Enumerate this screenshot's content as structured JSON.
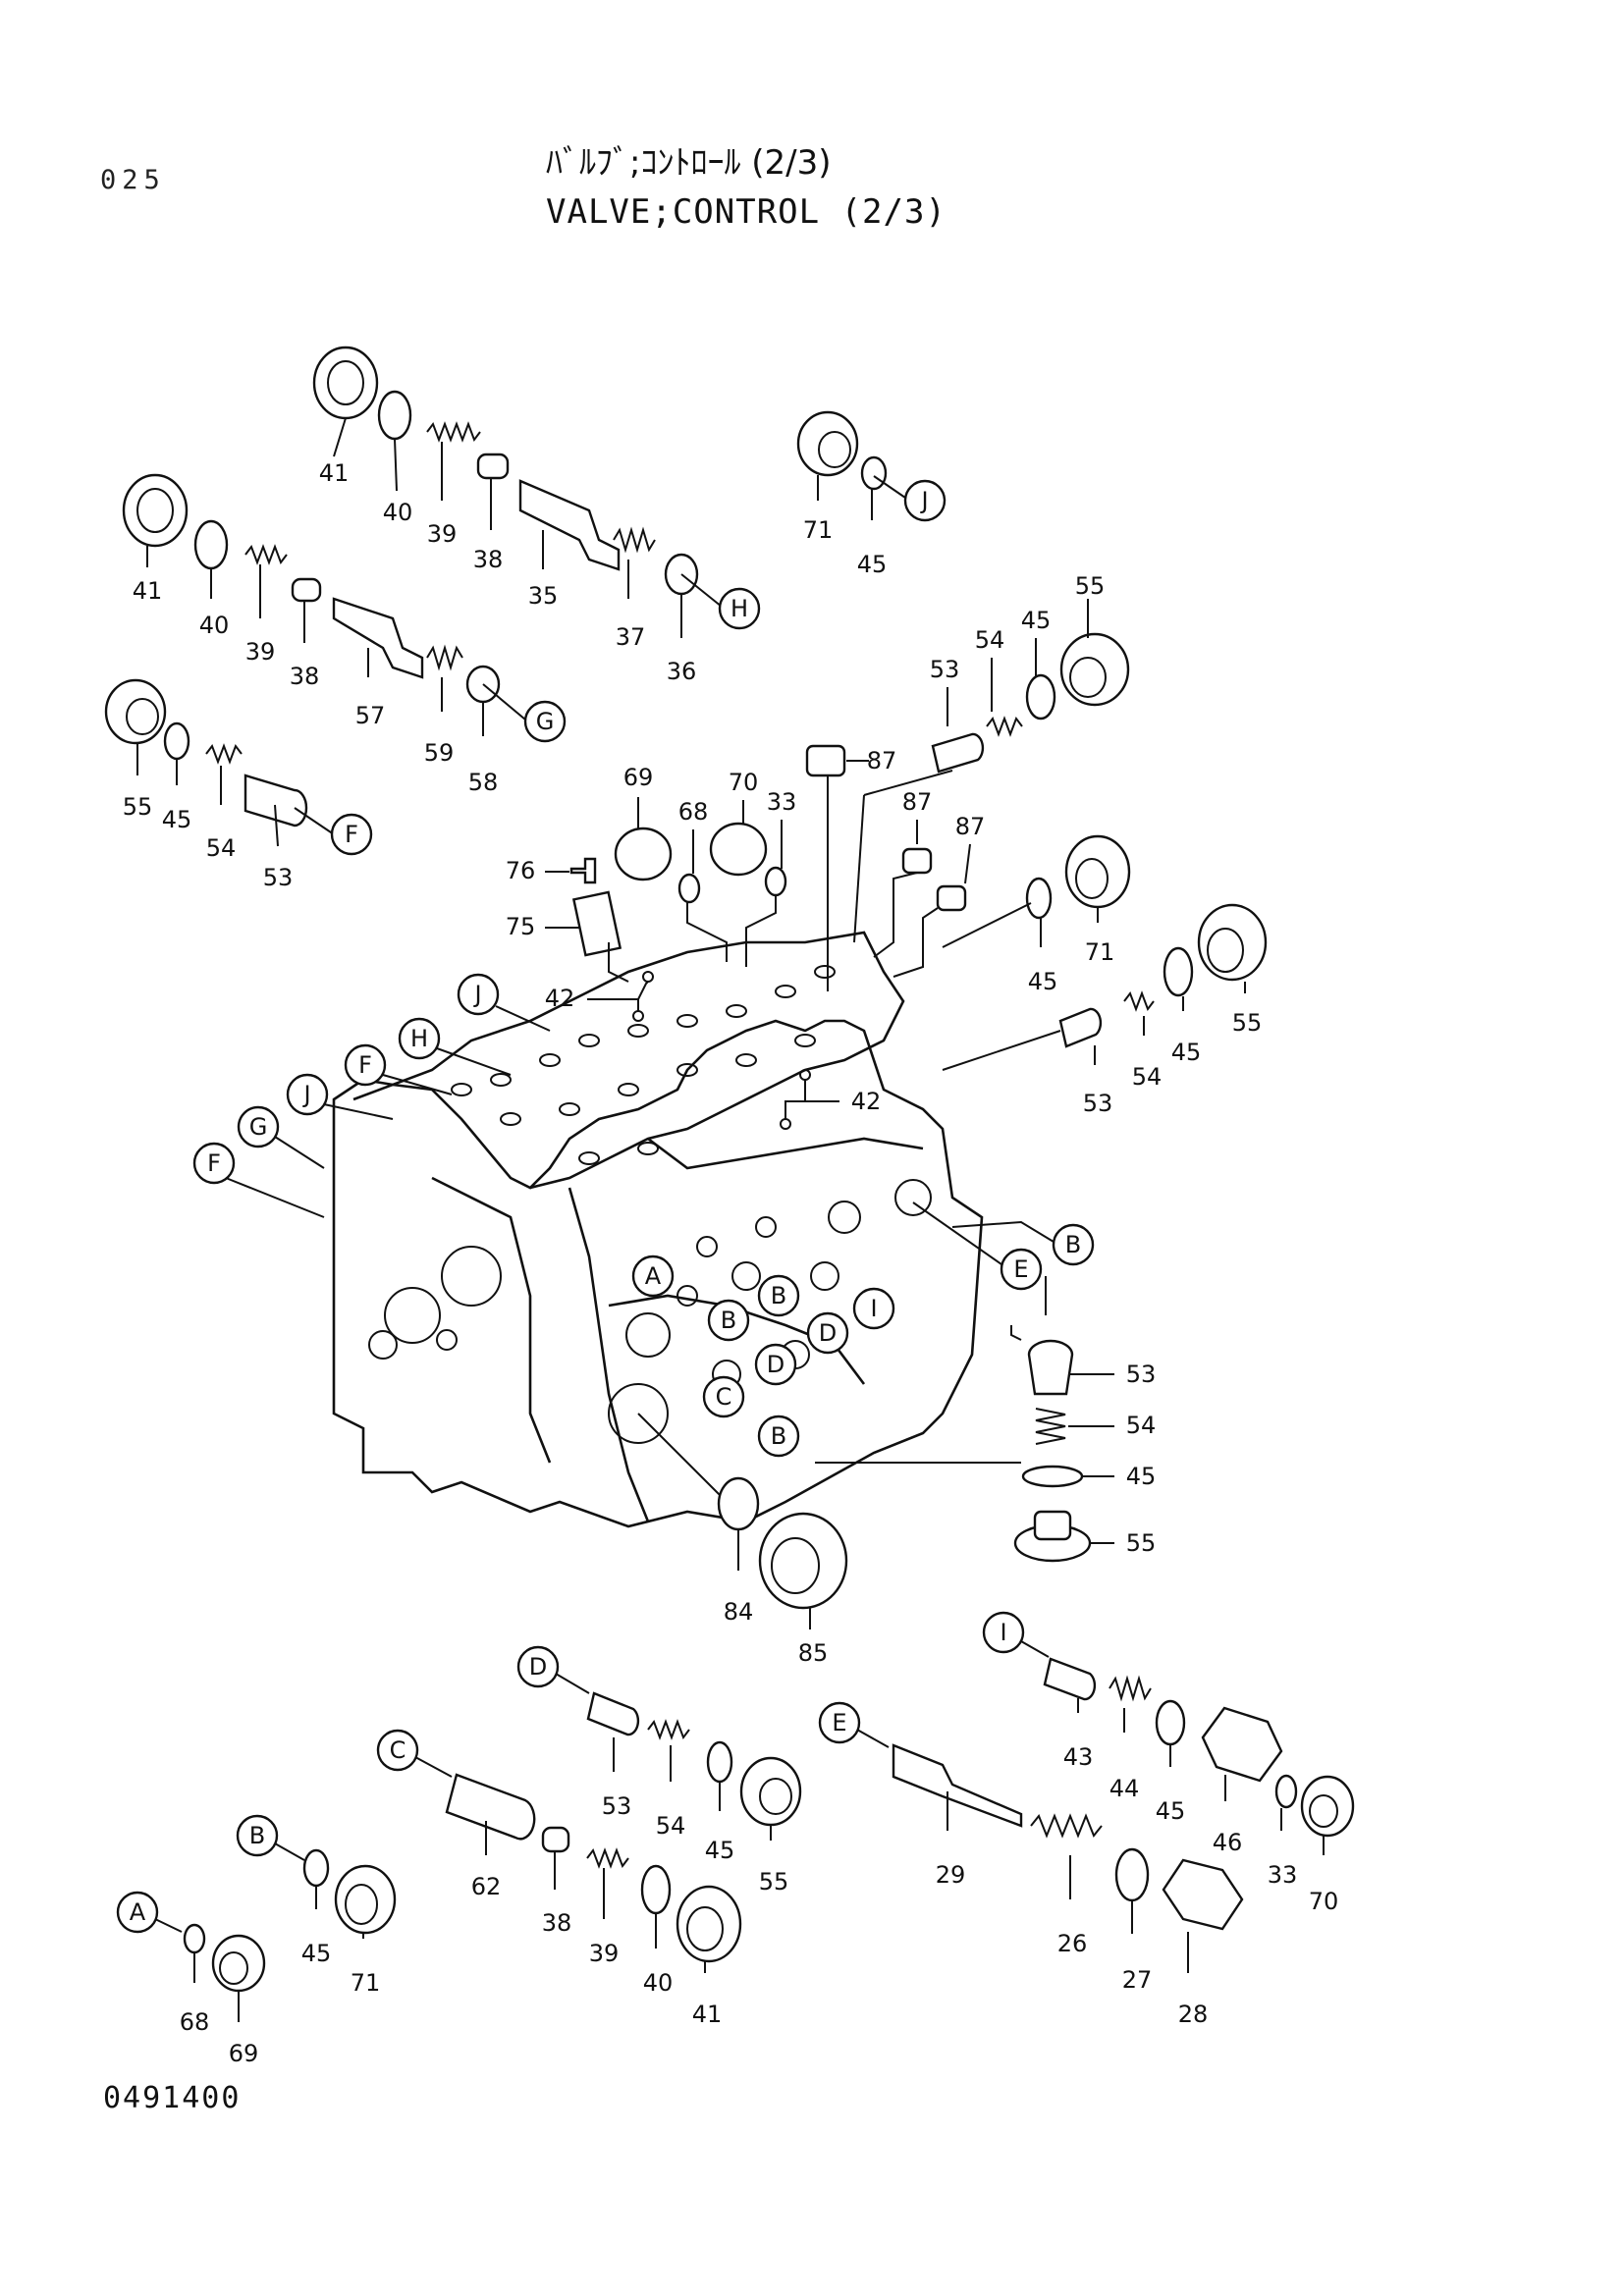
{
  "header": {
    "page_code": "025",
    "title_jp": "ﾊﾞﾙﾌﾞ;ｺﾝﾄﾛｰﾙ (2/3)",
    "title_en": "VALVE;CONTROL (2/3)"
  },
  "footer": {
    "drawing_number": "0491400"
  },
  "part_numbers": {
    "p26": "26",
    "p27": "27",
    "p28": "28",
    "p29": "29",
    "p33": "33",
    "p35": "35",
    "p36": "36",
    "p37": "37",
    "p38": "38",
    "p39": "39",
    "p40": "40",
    "p41": "41",
    "p42": "42",
    "p43": "43",
    "p44": "44",
    "p45": "45",
    "p46": "46",
    "p53": "53",
    "p54": "54",
    "p55": "55",
    "p57": "57",
    "p58": "58",
    "p59": "59",
    "p62": "62",
    "p68": "68",
    "p69": "69",
    "p70": "70",
    "p71": "71",
    "p75": "75",
    "p76": "76",
    "p84": "84",
    "p85": "85",
    "p87": "87"
  },
  "port_letters": {
    "A": "A",
    "B": "B",
    "C": "C",
    "D": "D",
    "E": "E",
    "F": "F",
    "G": "G",
    "H": "H",
    "I": "I",
    "J": "J"
  }
}
